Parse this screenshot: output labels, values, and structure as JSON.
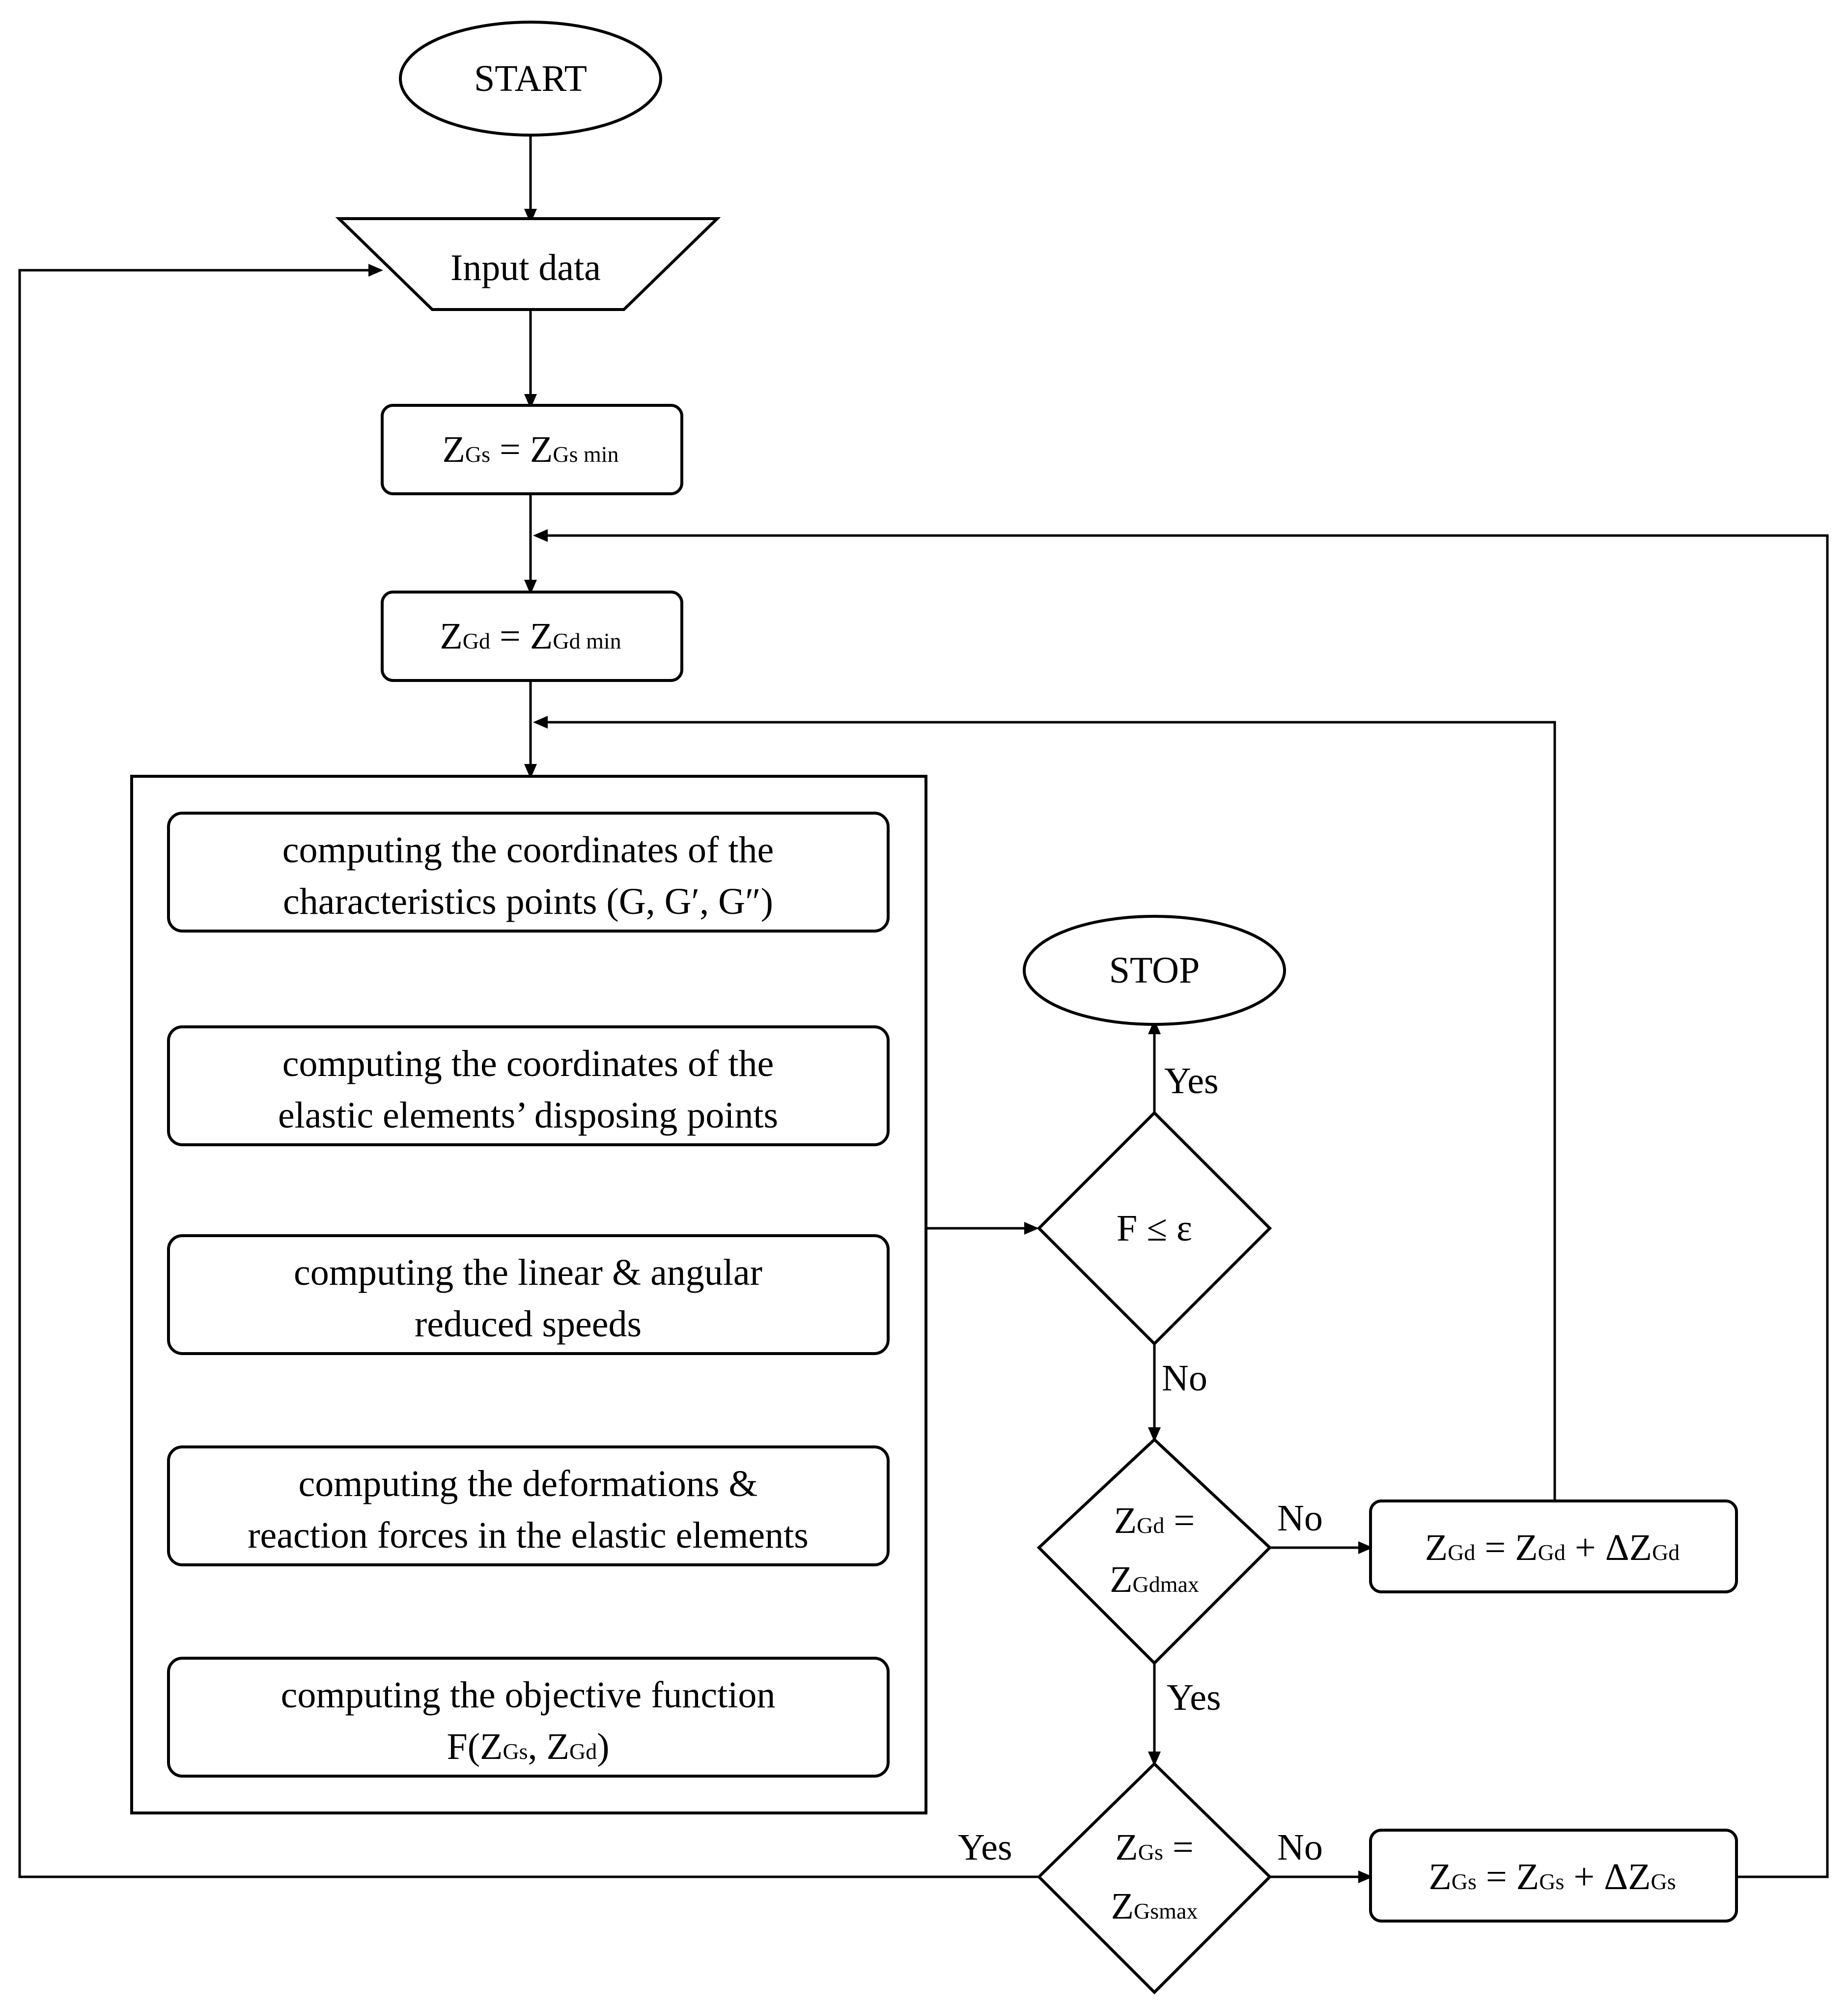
{
  "start": "START",
  "input": "Input data",
  "init_zgs": {
    "lhs": "Z",
    "lhs_sub": "Gs",
    "eq": " = ",
    "rhs": "Z",
    "rhs_sub": "Gs min"
  },
  "init_zgd": {
    "lhs": "Z",
    "lhs_sub": "Gd",
    "eq": " = ",
    "rhs": "Z",
    "rhs_sub": "Gd min"
  },
  "steps": [
    {
      "line1": "computing the coordinates of the",
      "line2": "characteristics points (G, G′, G″)"
    },
    {
      "line1": "computing the coordinates of the",
      "line2": "elastic elements’ disposing points"
    },
    {
      "line1": "computing the linear & angular",
      "line2": "reduced speeds"
    },
    {
      "line1": "computing the deformations &",
      "line2": "reaction forces in the elastic elements"
    }
  ],
  "objective": {
    "line1": "computing the objective function",
    "pre": "F(Z",
    "sub1": "Gs",
    "mid": ", Z",
    "sub2": "Gd",
    "post": ")"
  },
  "stop": "STOP",
  "decision_f": "F ≤ ε",
  "decision_zgd": {
    "l1": "Z",
    "s1": "Gd",
    "eq": " =",
    "l2": "Z",
    "s2": "Gdmax"
  },
  "decision_zgs": {
    "l1": "Z",
    "s1": "Gs",
    "eq": " =",
    "l2": "Z",
    "s2": "Gsmax"
  },
  "incr_zgd": {
    "a": "Z",
    "as": "Gd",
    "b": " = Z",
    "bs": "Gd",
    "c": " + ΔZ",
    "cs": "Gd"
  },
  "incr_zgs": {
    "a": "Z",
    "as": "Gs",
    "b": " = Z",
    "bs": "Gs",
    "c": " + ΔZ",
    "cs": "Gs"
  },
  "labels": {
    "yes": "Yes",
    "no": "No"
  }
}
